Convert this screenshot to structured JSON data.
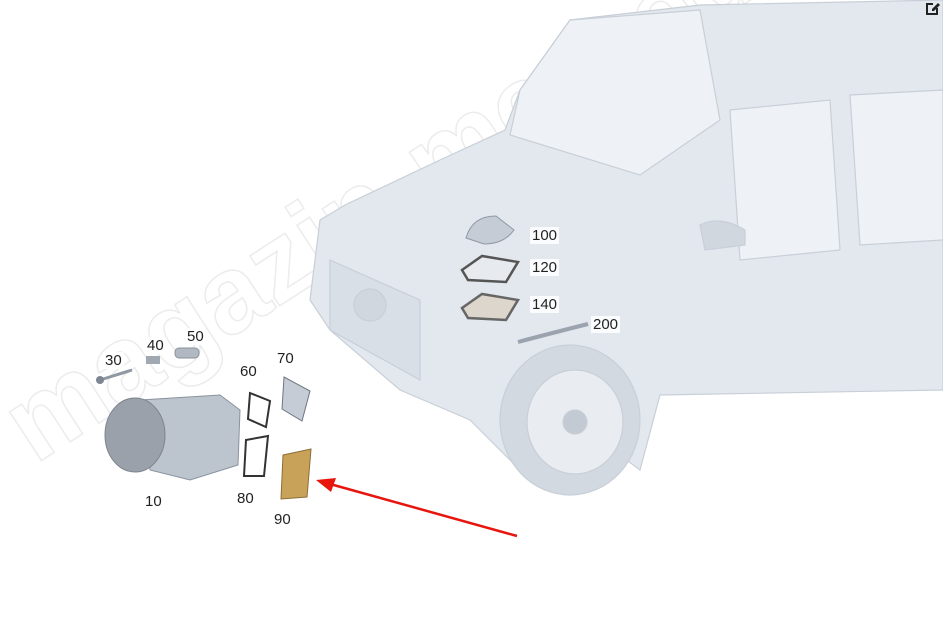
{
  "watermark": "magazin-mercedes",
  "toolbar": {
    "edit_icon": "edit-icon"
  },
  "colors": {
    "car": "#e3e8ee",
    "car_line": "#c3cad3",
    "arrow": "#e8150f",
    "part": "#b9c1cb",
    "filter": "#c9a25a"
  },
  "parts": [
    {
      "id": "10",
      "label": "10"
    },
    {
      "id": "30",
      "label": "30"
    },
    {
      "id": "40",
      "label": "40"
    },
    {
      "id": "50",
      "label": "50"
    },
    {
      "id": "60",
      "label": "60"
    },
    {
      "id": "70",
      "label": "70"
    },
    {
      "id": "80",
      "label": "80"
    },
    {
      "id": "90",
      "label": "90"
    },
    {
      "id": "100",
      "label": "100"
    },
    {
      "id": "120",
      "label": "120"
    },
    {
      "id": "140",
      "label": "140"
    },
    {
      "id": "200",
      "label": "200"
    }
  ]
}
